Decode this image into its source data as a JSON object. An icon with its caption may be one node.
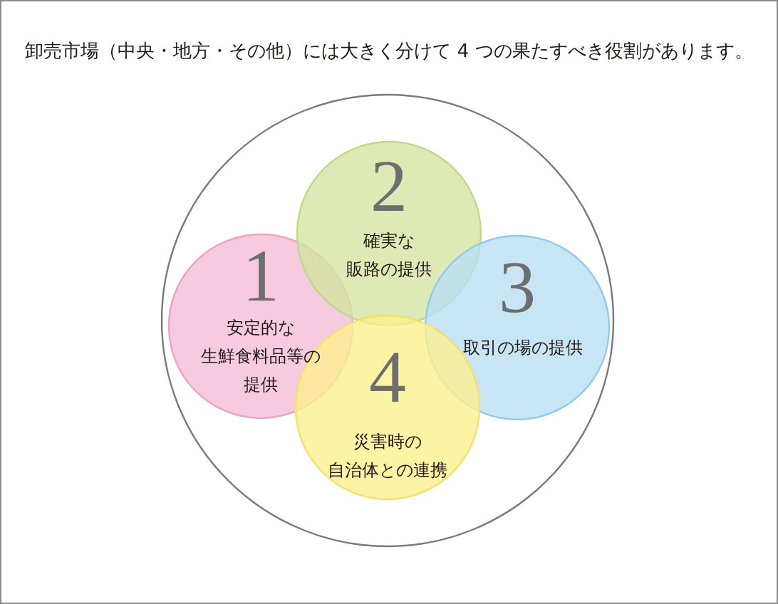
{
  "diagram": {
    "title": "卸売市場（中央・地方・その他）には大きく分けて 4 つの果たすべき役割があります。",
    "nodes": [
      {
        "text": [],
        "shape": "circle"
      },
      {
        "text": [
          "1",
          "安定的な生鮮食料品等の提供"
        ],
        "in": 0
      },
      {
        "text": [
          "2",
          "確実な販路の提供"
        ],
        "in": 0
      },
      {
        "text": [
          "3",
          "取引の場の提供"
        ],
        "in": 0
      },
      {
        "text": [
          "4",
          "災害時の自治体との連携"
        ],
        "in": 0
      }
    ]
  }
}
